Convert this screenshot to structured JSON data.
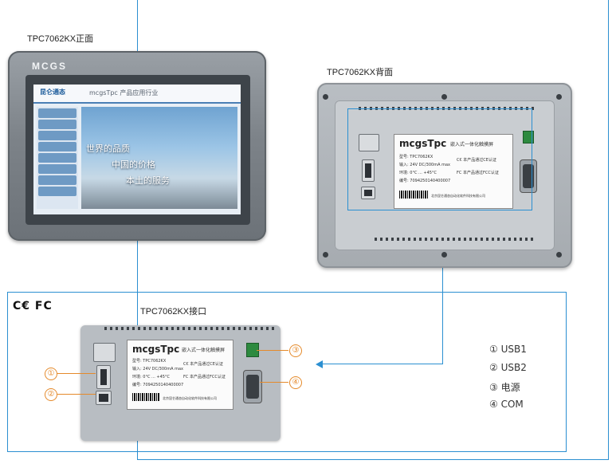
{
  "captions": {
    "front": "TPC7062KX正面",
    "back": "TPC7062KX背面",
    "interface": "TPC7062KX接口",
    "certification": "C€ FC"
  },
  "front_screen": {
    "brand": "MCGS",
    "logo_text": "昆仑通态",
    "title_text": "mcgsTpc 产品应用行业",
    "slogan_1": "世界的品质",
    "slogan_2": "中国的价格",
    "slogan_3": "本土的服务"
  },
  "product_label": {
    "brand": "mcgsTpc",
    "subtitle": "嵌入式一体化触摸屏",
    "lines": [
      "型号: TPC7062KX",
      "输入: 24V  DC/300mA max",
      "环境: 0°C ... +45°C",
      "编号: 7094250140400007"
    ],
    "ce_text": "C€ 本产品通过CE认证",
    "fc_text": "FC 本产品通过FCC认证",
    "maker": "北京昆仑通态自动化软件科技有限公司"
  },
  "callouts": [
    "①",
    "②",
    "③",
    "④"
  ],
  "legend": [
    "① USB1",
    "② USB2",
    "③ 电源",
    "④ COM"
  ],
  "colors": {
    "accent_line": "#2b8fd1",
    "callout": "#e58a2b"
  }
}
